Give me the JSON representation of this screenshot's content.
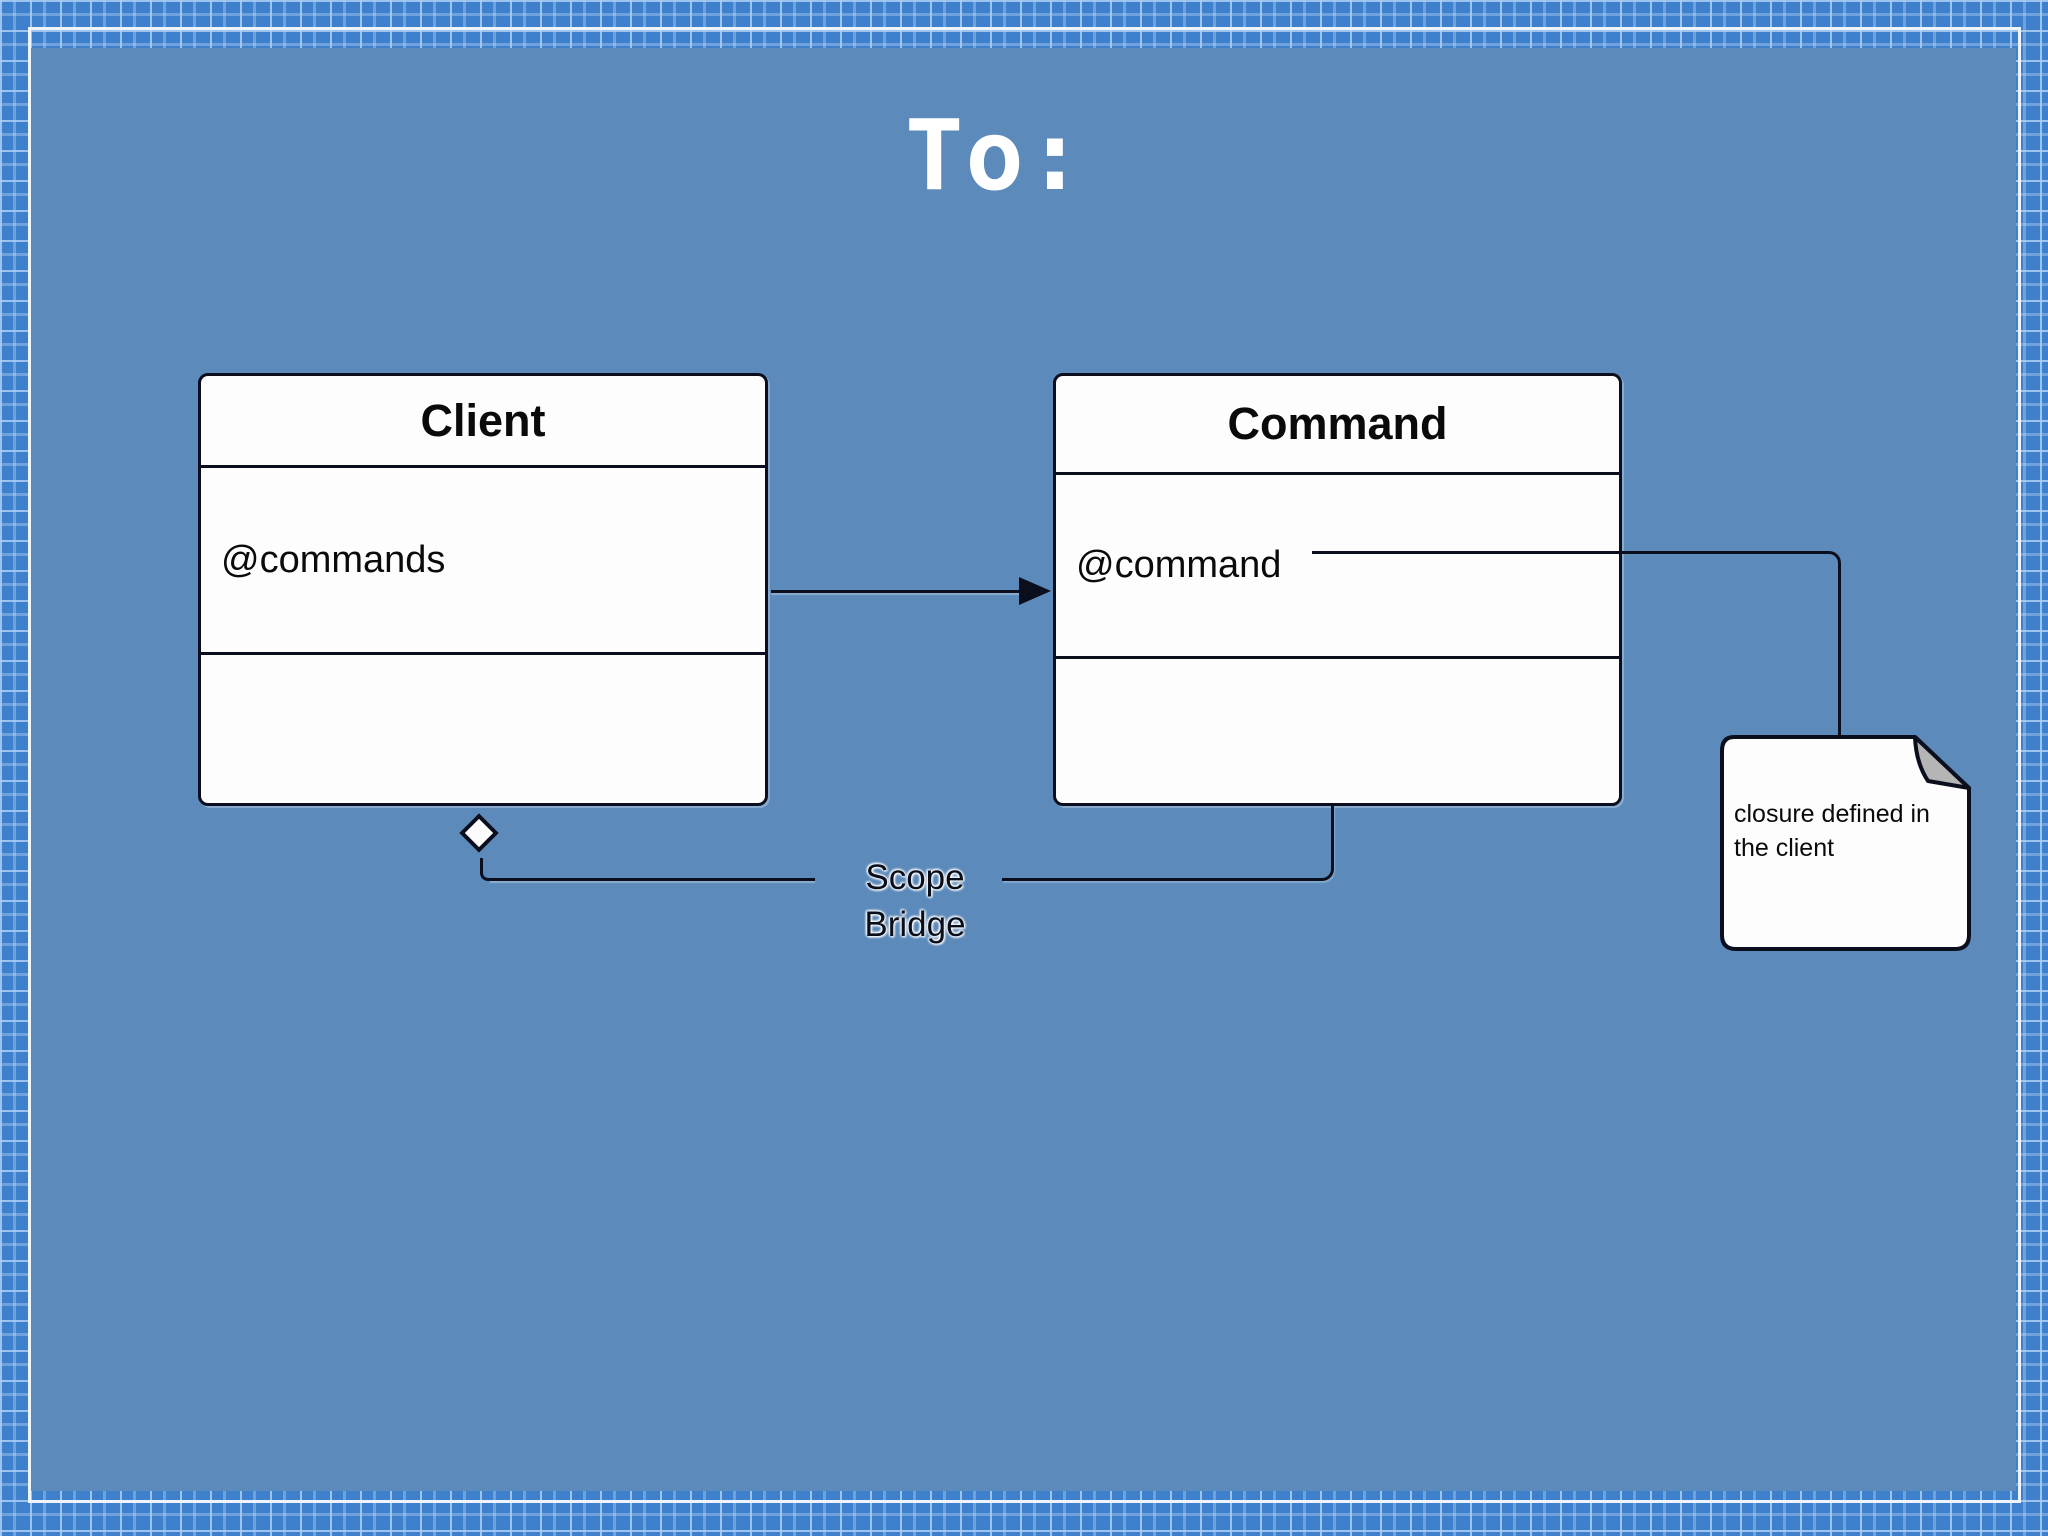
{
  "slide": {
    "title": "To:"
  },
  "diagram": {
    "client": {
      "name": "Client",
      "attribute": "@commands"
    },
    "command": {
      "name": "Command",
      "attribute": "@command"
    },
    "association_label": "Scope\nBridge",
    "note_text": "closure defined in\nthe client"
  },
  "colors": {
    "border_grid_blue": "#3f80cd",
    "panel_blue": "#5b8abb",
    "frame_line": "#eef4fa",
    "box_fill": "#fdfdfd",
    "line_and_border": "#0b0f1d",
    "note_fold_gray": "#b5b5b5",
    "title_text": "#ffffff",
    "diagram_text": "#0a0a0a"
  }
}
